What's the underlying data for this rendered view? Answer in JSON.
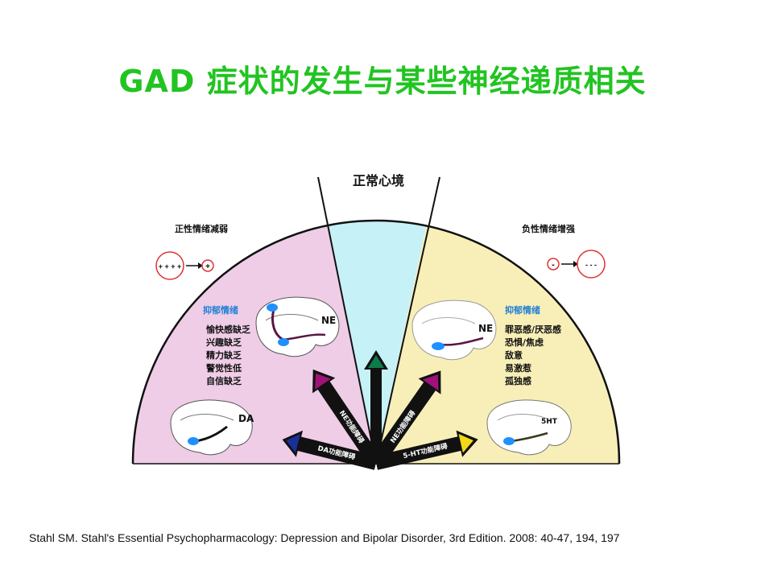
{
  "title": "GAD 症状的发生与某些神经递质相关",
  "diagram": {
    "center_label": "正常心境",
    "left": {
      "header": "正性情绪减弱",
      "badge_before": "+ + + +",
      "badge_after": "+",
      "depressed_label": "抑郁情绪",
      "symptoms": [
        "愉快感缺乏",
        "兴趣缺乏",
        "精力缺乏",
        "警觉性低",
        "自信缺乏"
      ],
      "brain_ne_label": "NE",
      "brain_da_label": "DA"
    },
    "right": {
      "header": "负性情绪增强",
      "badge_before": "-",
      "badge_after": "- - -",
      "depressed_label": "抑郁情绪",
      "symptoms": [
        "罪恶感/厌恶感",
        "恐惧/焦虑",
        "敌意",
        "易激惹",
        "孤独感"
      ],
      "brain_ne_label": "NE",
      "brain_5ht_label": "5HT"
    },
    "arrows": {
      "da": "DA功能障碍",
      "ne_left": "NE功能障碍",
      "ne_right": "NE功能障碍",
      "ht": "5-HT功能障碍"
    },
    "colors": {
      "left_region": "#efcde6",
      "center_region": "#c6f1f7",
      "right_region": "#f8efb8",
      "title": "#22c422",
      "depressed_label": "#1e7fd6",
      "arrow_da": "#1b2f9a",
      "arrow_ne": "#a0127a",
      "arrow_center": "#0f7a4a",
      "arrow_5ht": "#f2d914"
    }
  },
  "citation": "Stahl SM.  Stahl's Essential Psychopharmacology: Depression and Bipolar Disorder, 3rd Edition.  2008: 40-47, 194, 197"
}
